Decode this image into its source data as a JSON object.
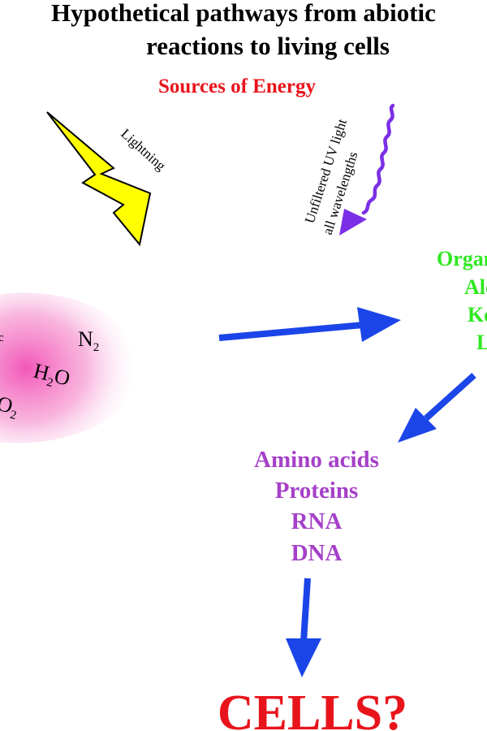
{
  "title": {
    "line1": "Hypothetical pathways from abiotic",
    "line2": "reactions to living cells"
  },
  "energy": {
    "heading": "Sources of Energy",
    "lightning_label": "Lightning",
    "uv_line1": "Unfiltered UV light",
    "uv_line2": "all wavelengths"
  },
  "atmosphere": {
    "n2": {
      "base": "N",
      "sub": "2"
    },
    "h2o": {
      "base": "H",
      "sub": "2",
      "tail": "O"
    },
    "co2": {
      "base": "CO",
      "sub": "2"
    },
    "clipped": "c"
  },
  "organic": {
    "items": [
      "Organic molecules",
      "Aldehydes",
      "Ketones",
      "Lipids"
    ]
  },
  "biomolecules": {
    "items": [
      "Amino acids",
      "Proteins",
      "RNA",
      "DNA"
    ]
  },
  "result": {
    "label": "CELLS?"
  },
  "colors": {
    "energy": "#e8141b",
    "organic": "#2ee81f",
    "biomolecules": "#a640c8",
    "cells": "#e8141b",
    "arrows": "#1b45e8",
    "uv": "#7b2fe6",
    "lightning": "#ffff00",
    "cloud": "#f24fb5"
  }
}
